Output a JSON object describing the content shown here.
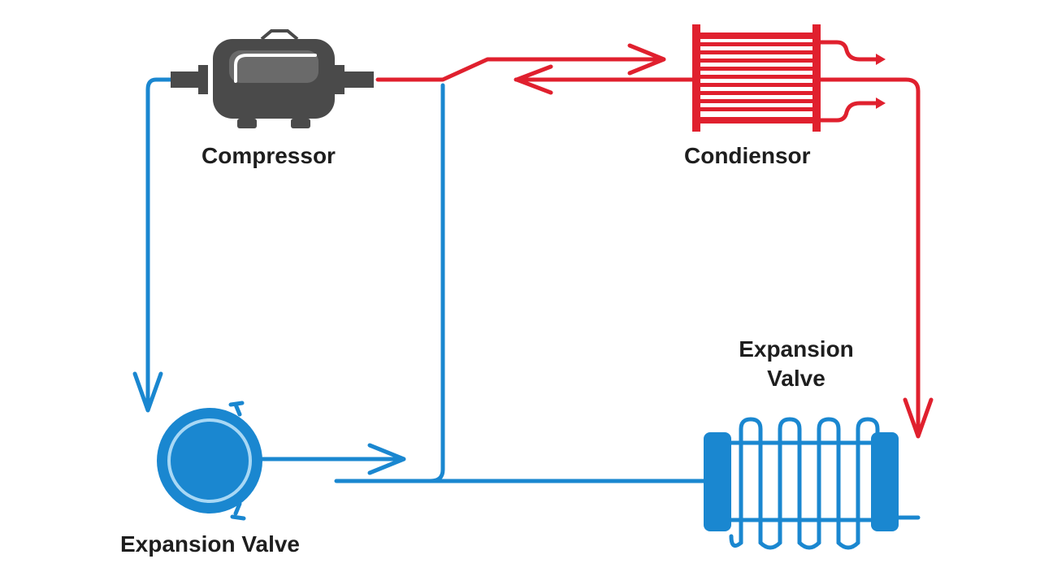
{
  "labels": {
    "compressor": "Compressor",
    "condenser": "Condiensor",
    "expansion_valve_left": "Expansion Valve",
    "expansion_valve_right_line1": "Expansion",
    "expansion_valve_right_line2": "Valve"
  },
  "icons": {
    "compressor": "compressor-icon",
    "condenser": "condenser-icon",
    "expansion_valve_round": "expansion-valve-icon",
    "coil": "coil-heat-exchanger-icon"
  },
  "colors": {
    "hot_line": "#e0202e",
    "cold_line": "#1a87d0",
    "component_dark": "#4a4a4a",
    "text": "#1e1e1e"
  }
}
